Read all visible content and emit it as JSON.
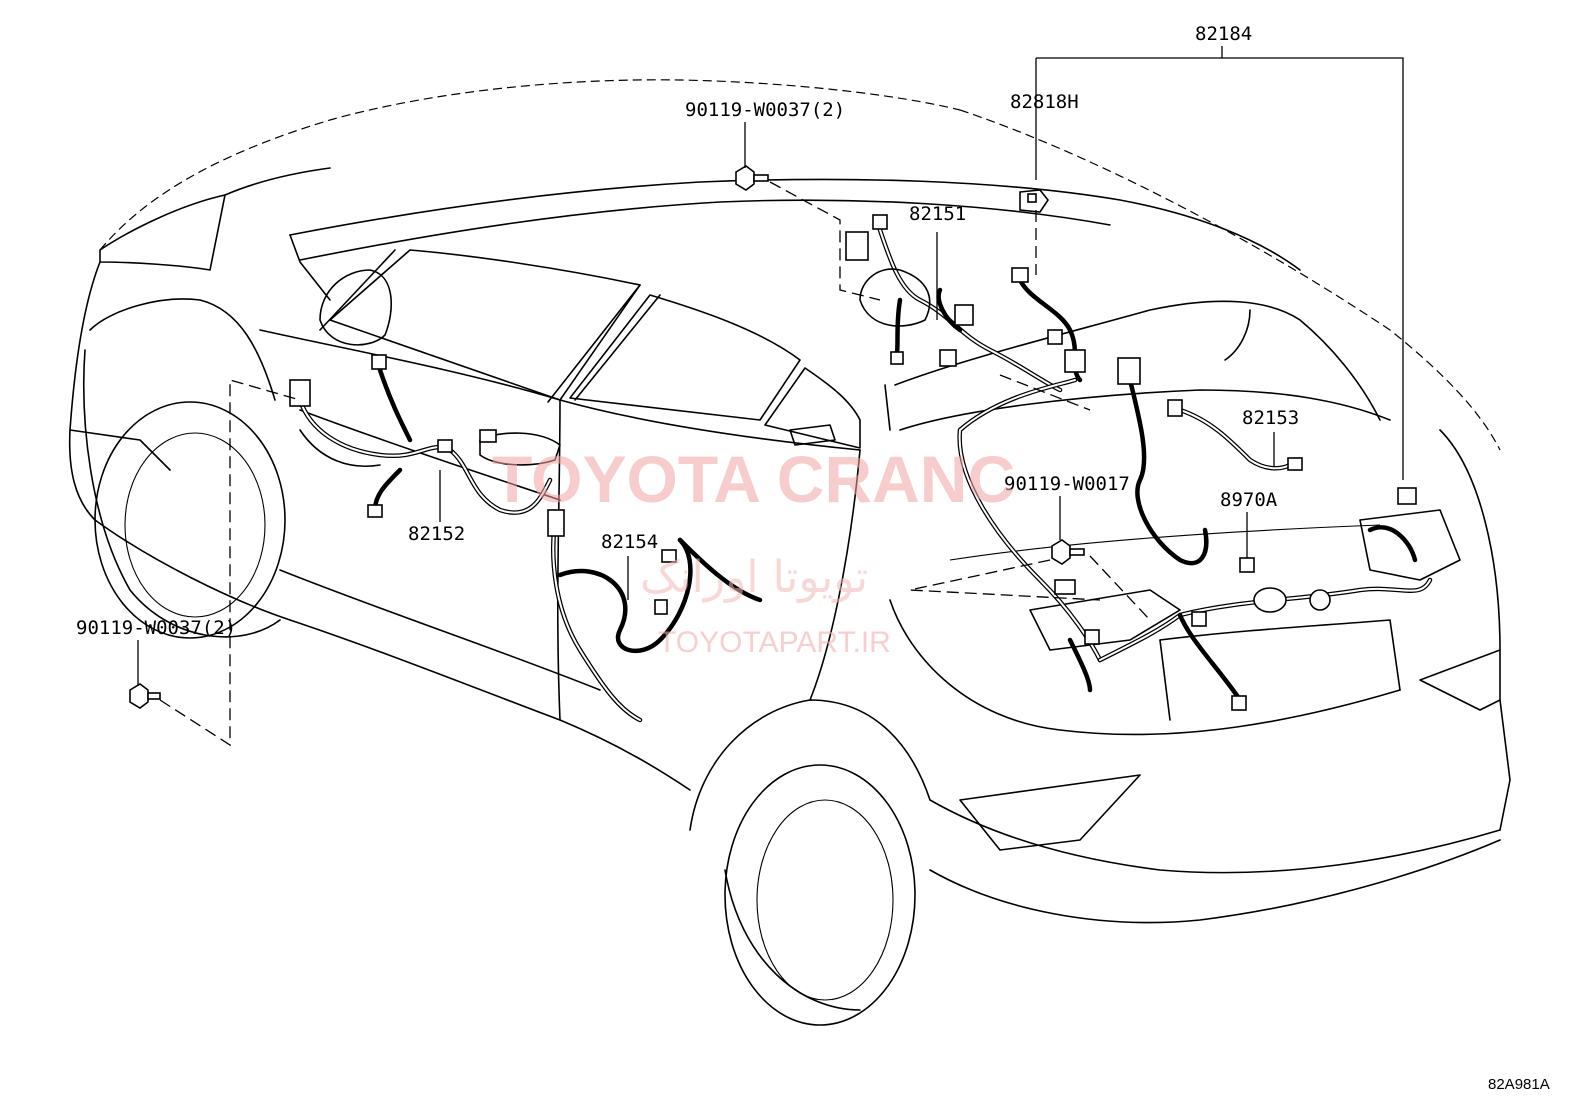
{
  "diagram": {
    "part_labels": {
      "p82184": "82184",
      "p82818H": "82818H",
      "p90119_w0037_top": "90119-W0037(2)",
      "p82151": "82151",
      "p82153": "82153",
      "p90119_w0017": "90119-W0017",
      "p8970A": "8970A",
      "p82152": "82152",
      "p82154": "82154",
      "p90119_w0037_left": "90119-W0037(2)"
    },
    "figure_ref": "82A981A"
  },
  "watermark": {
    "brand": "TOYOTA CRANC",
    "farsi": "تویوتا اورانک",
    "url": "TOYOTAPART.IR"
  },
  "colors": {
    "line": "#000000",
    "watermark": "#f2a3a3",
    "background": "#ffffff"
  }
}
